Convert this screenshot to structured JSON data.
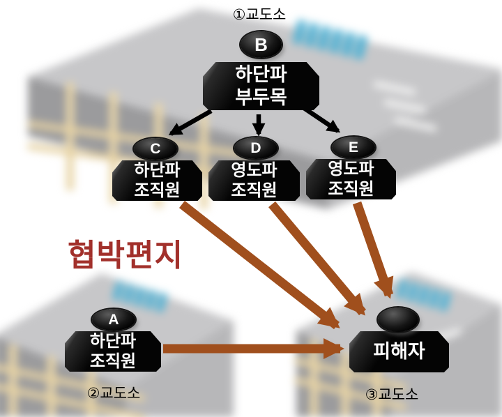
{
  "diagram": {
    "prisons": {
      "p1": "①교도소",
      "p2": "②교도소",
      "p3": "③교도소"
    },
    "threat_label": "협박편지",
    "nodes": {
      "boss": {
        "letter": "B",
        "label": "하단파\n부두목"
      },
      "member_c": {
        "letter": "C",
        "label": "하단파\n조직원"
      },
      "member_d": {
        "letter": "D",
        "label": "영도파\n조직원"
      },
      "member_e": {
        "letter": "E",
        "label": "영도파\n조직원"
      },
      "member_a": {
        "letter": "A",
        "label": "하단파\n조직원"
      },
      "victim": {
        "label": "피해자"
      }
    },
    "edges": [
      {
        "from": "boss",
        "to": "member_c",
        "type": "command"
      },
      {
        "from": "boss",
        "to": "member_d",
        "type": "command"
      },
      {
        "from": "boss",
        "to": "member_e",
        "type": "command"
      },
      {
        "from": "member_c",
        "to": "victim",
        "type": "threat-letter"
      },
      {
        "from": "member_d",
        "to": "victim",
        "type": "threat-letter"
      },
      {
        "from": "member_e",
        "to": "victim",
        "type": "threat-letter"
      },
      {
        "from": "member_a",
        "to": "victim",
        "type": "threat-letter"
      }
    ],
    "colors": {
      "arrow_brown": "#A04F1D",
      "arrow_black": "#000000",
      "threat_red": "#A2302B",
      "node_fill": "#050505",
      "window_blue": "#53b2d4",
      "pillar_tan": "#e9d6aa"
    }
  }
}
